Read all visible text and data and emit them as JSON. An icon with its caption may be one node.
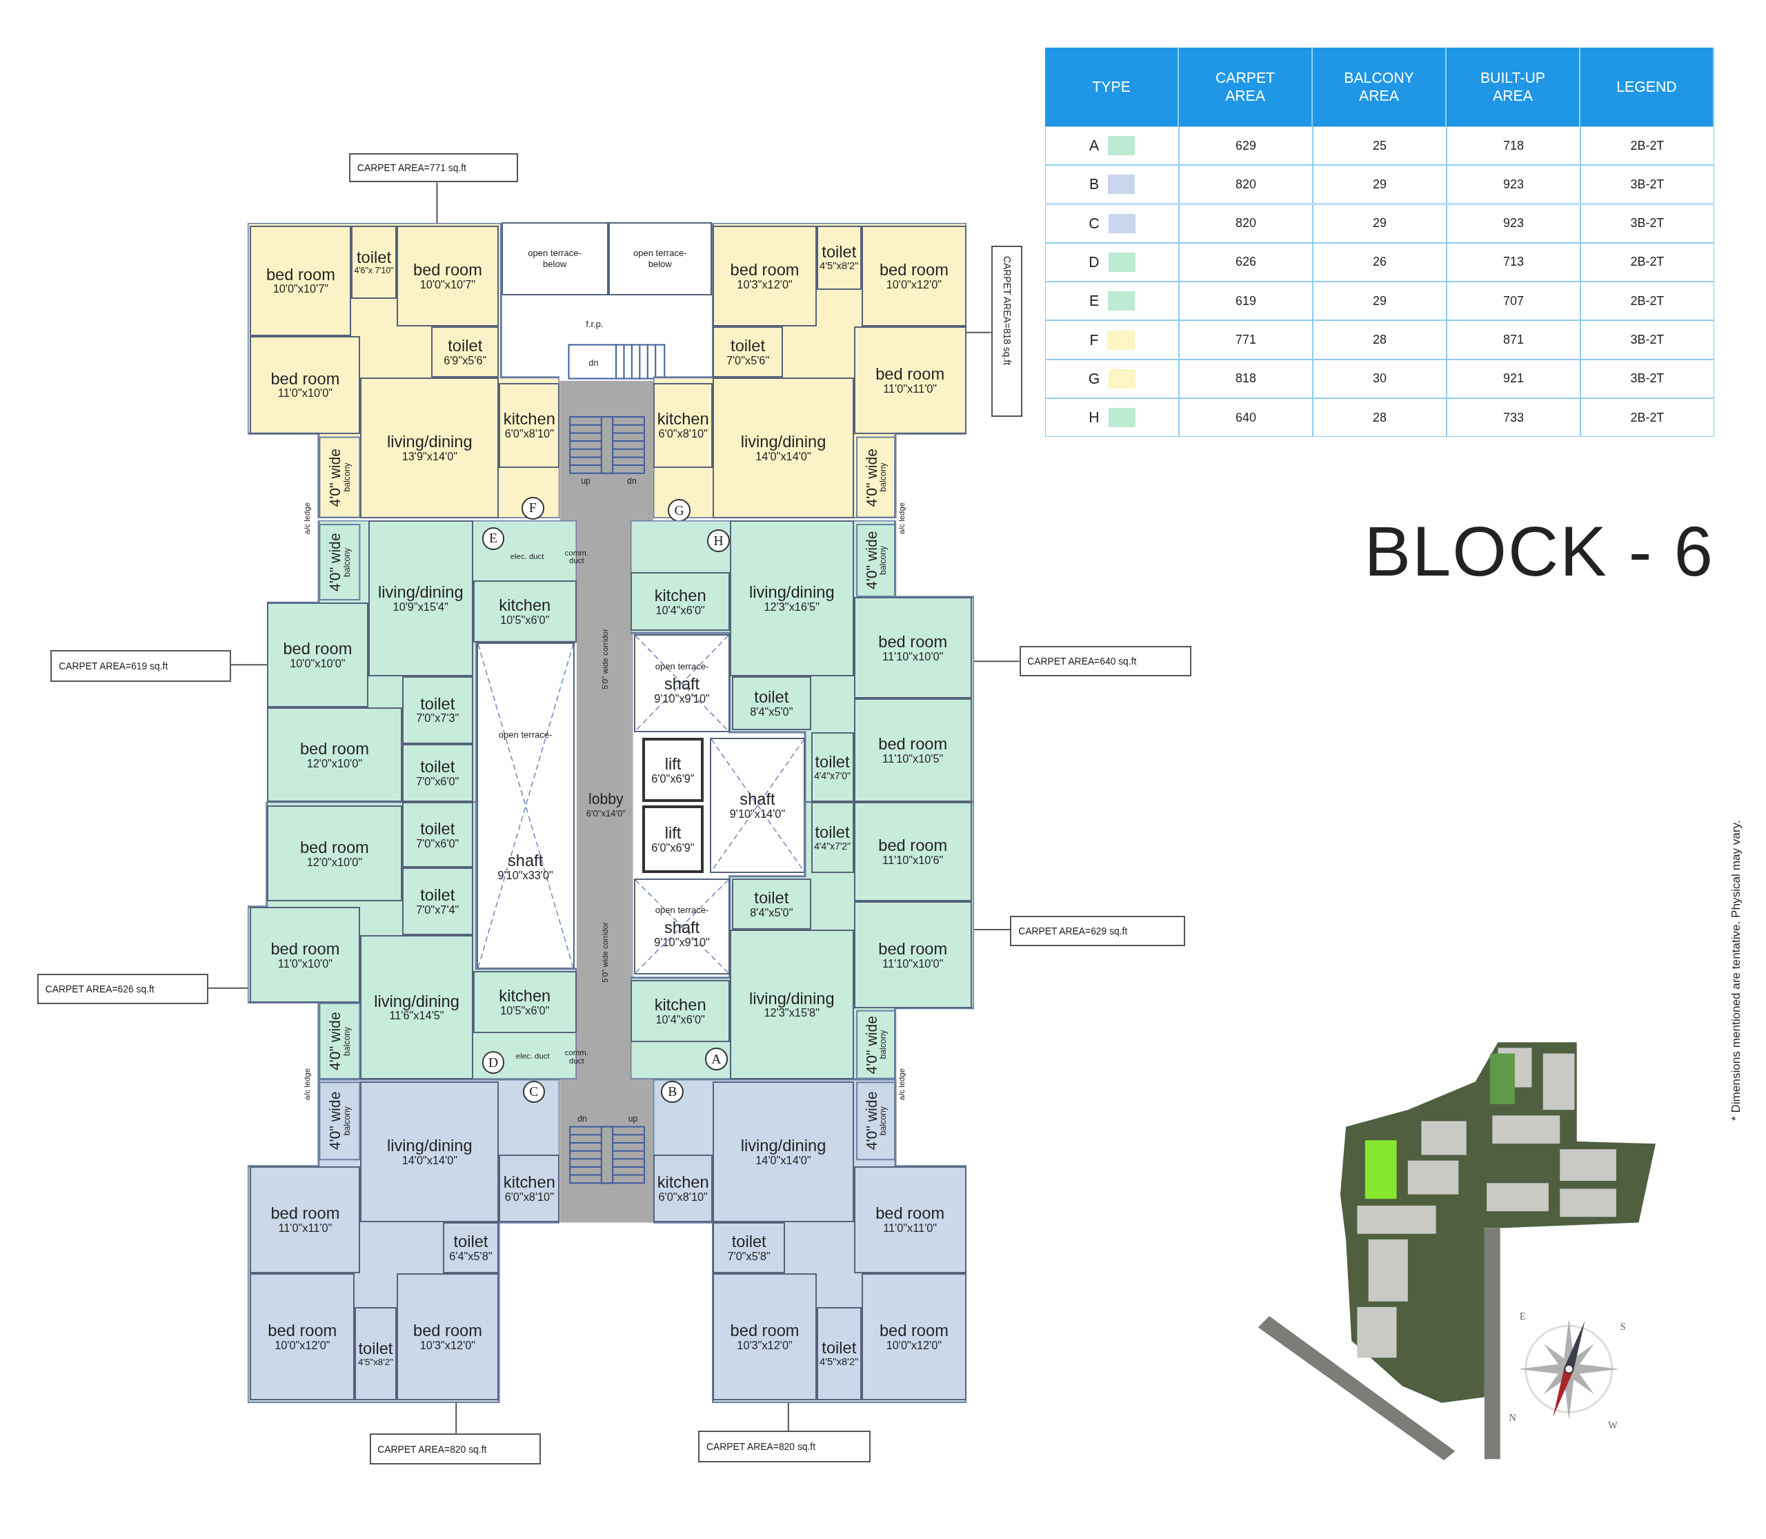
{
  "diagram": {
    "title": "BLOCK - 6",
    "caption": "* Dimensions mentioned are tentative. Physical may vary.",
    "nodes": [
      {
        "text": [],
        "shape": "box"
      },
      {
        "text": [
          "bed room",
          "10'0\"x10'7\""
        ],
        "in": 0
      },
      {
        "text": [
          "toilet",
          "4'6\"x 7'10\""
        ],
        "in": 0
      },
      {
        "text": [
          "bed room",
          "10'0\"x10'7\""
        ],
        "in": 0
      },
      {
        "text": [
          "bed room",
          "11'0\"x10'0\""
        ],
        "in": 0
      },
      {
        "text": [
          "toilet",
          "6'9\"x5'6\""
        ],
        "in": 0
      },
      {
        "text": [
          "kitchen",
          "6'0\"x8'10\""
        ],
        "in": 0
      },
      {
        "text": [
          "living/dining",
          "13'9\"x14'0\""
        ],
        "in": 0
      },
      {
        "text": [
          "4'0\" wide",
          "balcony"
        ],
        "in": 0
      },
      {
        "text": [
          "F"
        ],
        "in": 0
      },
      {
        "text": [
          "open terrace- below"
        ]
      },
      {
        "text": [
          "open terrace- below"
        ]
      },
      {
        "text": [],
        "shape": "box"
      },
      {
        "text": [
          "bed room",
          "10'3\"x12'0\""
        ],
        "in": 12
      },
      {
        "text": [
          "toilet",
          "4'5\"x8'2\""
        ],
        "in": 12
      },
      {
        "text": [
          "bed room",
          "10'0\"x12'0\""
        ],
        "in": 12
      },
      {
        "text": [
          "toilet",
          "7'0\"x5'6\""
        ],
        "in": 12
      },
      {
        "text": [
          "bed room",
          "11'0\"x11'0\""
        ],
        "in": 12
      },
      {
        "text": [
          "kitchen",
          "6'0\"x8'10\""
        ],
        "in": 12
      },
      {
        "text": [
          "living/dining",
          "14'0\"x14'0\""
        ],
        "in": 12
      },
      {
        "text": [
          "4'0\" wide",
          "balcony"
        ],
        "in": 12
      },
      {
        "text": [
          "G"
        ],
        "in": 12
      },
      {
        "text": [],
        "shape": "box"
      },
      {
        "text": [
          "living/dining",
          "10'9\"x15'4\""
        ],
        "in": 22
      },
      {
        "text": [
          "kitchen",
          "10'5\"x6'0\""
        ],
        "in": 22
      },
      {
        "text": [
          "bed room",
          "10'0\"x10'0\""
        ],
        "in": 22
      },
      {
        "text": [
          "toilet",
          "7'0\"x7'3\""
        ],
        "in": 22
      },
      {
        "text": [
          "bed room",
          "12'0\"x10'0\""
        ],
        "in": 22
      },
      {
        "text": [
          "toilet",
          "7'0\"x6'0\""
        ],
        "in": 22
      },
      {
        "text": [
          "4'0\" wide",
          "balcony"
        ],
        "in": 22
      },
      {
        "text": [
          "E"
        ],
        "in": 22
      },
      {
        "text": [],
        "shape": "box"
      },
      {
        "text": [
          "kitchen",
          "10'4\"x6'0\""
        ],
        "in": 31
      },
      {
        "text": [
          "living/dining",
          "12'3\"x16'5\""
        ],
        "in": 31
      },
      {
        "text": [
          "bed room",
          "11'10\"x10'0\""
        ],
        "in": 31
      },
      {
        "text": [
          "toilet",
          "8'4\"x5'0\""
        ],
        "in": 31
      },
      {
        "text": [
          "toilet",
          "4'4\"x7'0\""
        ],
        "in": 31
      },
      {
        "text": [
          "bed room",
          "11'10\"x10'5\""
        ],
        "in": 31
      },
      {
        "text": [
          "4'0\" wide",
          "balcony"
        ],
        "in": 31
      },
      {
        "text": [
          "H"
        ],
        "in": 31
      },
      {
        "text": [
          "open terrace-",
          "shaft",
          "9'10\"x9'10\""
        ]
      },
      {
        "text": [
          "open terrace-",
          "shaft",
          "9'10\"x33'0\""
        ]
      },
      {
        "text": [
          "lift",
          "6'0\"x6'9\""
        ]
      },
      {
        "text": [
          "lift",
          "6'0\"x6'9\""
        ]
      },
      {
        "text": [
          "shaft",
          "9'10\"x14'0\""
        ]
      },
      {
        "text": [],
        "shape": "box"
      },
      {
        "text": [
          "bed room",
          "12'0\"x10'0\""
        ],
        "in": 45
      },
      {
        "text": [
          "toilet",
          "7'0\"x6'0\""
        ],
        "in": 45
      },
      {
        "text": [
          "toilet",
          "7'0\"x7'4\""
        ],
        "in": 45
      },
      {
        "text": [
          "bed room",
          "11'0\"x10'0\""
        ],
        "in": 45
      },
      {
        "text": [
          "living/dining",
          "11'6\"x14'5\""
        ],
        "in": 45
      },
      {
        "text": [
          "kitchen",
          "10'5\"x6'0\""
        ],
        "in": 45
      },
      {
        "text": [
          "4'0\" wide",
          "balcony"
        ],
        "in": 45
      },
      {
        "text": [
          "D"
        ],
        "in": 45
      },
      {
        "text": [],
        "shape": "box"
      },
      {
        "text": [
          "toilet",
          "4'4\"x7'2\""
        ],
        "in": 54
      },
      {
        "text": [
          "bed room",
          "11'10\"x10'6\""
        ],
        "in": 54
      },
      {
        "text": [
          "toilet",
          "8'4\"x5'0\""
        ],
        "in": 54
      },
      {
        "text": [
          "bed room",
          "11'10\"x10'0\""
        ],
        "in": 54
      },
      {
        "text": [
          "living/dining",
          "12'3\"x15'8\""
        ],
        "in": 54
      },
      {
        "text": [
          "kitchen",
          "10'4\"x6'0\""
        ],
        "in": 54
      },
      {
        "text": [
          "4'0\" wide",
          "balcony"
        ],
        "in": 54
      },
      {
        "text": [
          "A"
        ],
        "in": 54
      },
      {
        "text": [
          "open terrace-",
          "shaft",
          "9'10\"x9'10\""
        ]
      },
      {
        "text": [],
        "shape": "box"
      },
      {
        "text": [
          "living/dining",
          "14'0\"x14'0\""
        ],
        "in": 64
      },
      {
        "text": [
          "kitchen",
          "6'0\"x8'10\""
        ],
        "in": 64
      },
      {
        "text": [
          "bed room",
          "11'0\"x11'0\""
        ],
        "in": 64
      },
      {
        "text": [
          "toilet",
          "6'4\"x5'8\""
        ],
        "in": 64
      },
      {
        "text": [
          "bed room",
          "10'0\"x12'0\""
        ],
        "in": 64
      },
      {
        "text": [
          "toilet",
          "4'5\"x8'2\""
        ],
        "in": 64
      },
      {
        "text": [
          "bed room",
          "10'3\"x12'0\""
        ],
        "in": 64
      },
      {
        "text": [
          "4'0\" wide",
          "balcony"
        ],
        "in": 64
      },
      {
        "text": [
          "C"
        ],
        "in": 64
      },
      {
        "text": [],
        "shape": "box"
      },
      {
        "text": [
          "living/dining",
          "14'0\"x14'0\""
        ],
        "in": 74
      },
      {
        "text": [
          "kitchen",
          "6'0\"x8'10\""
        ],
        "in": 74
      },
      {
        "text": [
          "bed room",
          "11'0\"x11'0\""
        ],
        "in": 74
      },
      {
        "text": [
          "toilet",
          "7'0\"x5'8\""
        ],
        "in": 74
      },
      {
        "text": [
          "bed room",
          "10'3\"x12'0\""
        ],
        "in": 74
      },
      {
        "text": [
          "toilet",
          "4'5\"x8'2\""
        ],
        "in": 74
      },
      {
        "text": [
          "bed room",
          "10'0\"x12'0\""
        ],
        "in": 74
      },
      {
        "text": [
          "4'0\" wide",
          "balcony"
        ],
        "in": 74
      },
      {
        "text": [
          "B"
        ],
        "in": 74
      },
      {
        "text": [
          "CARPET AREA=771 sq.ft"
        ]
      },
      {
        "text": [
          "CARPET AREA=818 sq.ft"
        ]
      },
      {
        "text": [
          "CARPET AREA=619 sq.ft"
        ]
      },
      {
        "text": [
          "CARPET AREA=640 sq.ft"
        ]
      },
      {
        "text": [
          "CARPET AREA=629 sq.ft"
        ]
      },
      {
        "text": [
          "CARPET AREA=626 sq.ft"
        ]
      },
      {
        "text": [
          "CARPET AREA=820 sq.ft"
        ]
      },
      {
        "text": [
          "CARPET AREA=820 sq.ft"
        ]
      }
    ],
    "edges": [
      {
        "from": 84,
        "to": 0,
        "arrow": "none"
      },
      {
        "from": 85,
        "to": 12,
        "arrow": "none"
      },
      {
        "from": 86,
        "to": 22,
        "arrow": "none"
      },
      {
        "from": 87,
        "to": 31,
        "arrow": "none"
      },
      {
        "from": 88,
        "to": 54,
        "arrow": "none"
      },
      {
        "from": 89,
        "to": 45,
        "arrow": "none"
      },
      {
        "from": 90,
        "to": 64,
        "arrow": "none"
      },
      {
        "from": 91,
        "to": 74,
        "arrow": "none"
      }
    ],
    "labels": [
      "f.r.p.",
      "dn",
      "up",
      "dn",
      "a/c ledge",
      "a/c ledge",
      "elec. duct",
      "comm. duct",
      "5'0\" wide corridor",
      "lobby",
      "6'0\"x14'0\"",
      "5'0\" wide corridor",
      "a/c ledge",
      "a/c ledge",
      "elec. duct",
      "comm. duct",
      "dn",
      "up",
      "TYPE",
      "CARPET AREA",
      "BALCONY AREA",
      "BUILT-UP AREA",
      "LEGEND",
      "629",
      "25",
      "718",
      "2B-2T",
      "820",
      "29",
      "923",
      "3B-2T",
      "820",
      "29",
      "923",
      "3B-2T",
      "626",
      "26",
      "713",
      "2B-2T",
      "619",
      "29",
      "707",
      "2B-2T",
      "771",
      "28",
      "871",
      "3B-2T",
      "818",
      "30",
      "921",
      "3B-2T",
      "640",
      "28",
      "733",
      "2B-2T",
      "E",
      "S",
      "N",
      "W"
    ],
    "legend": [
      {
        "text": "A",
        "color": "#bdead3"
      },
      {
        "text": "B",
        "color": "#c9d5ec"
      },
      {
        "text": "C",
        "color": "#c9d5ec"
      },
      {
        "text": "D",
        "color": "#bdead3"
      },
      {
        "text": "E",
        "color": "#bdead3"
      },
      {
        "text": "F",
        "color": "#fcf5c4"
      },
      {
        "text": "G",
        "color": "#fcf5c4"
      },
      {
        "text": "H",
        "color": "#bdead3"
      }
    ]
  }
}
